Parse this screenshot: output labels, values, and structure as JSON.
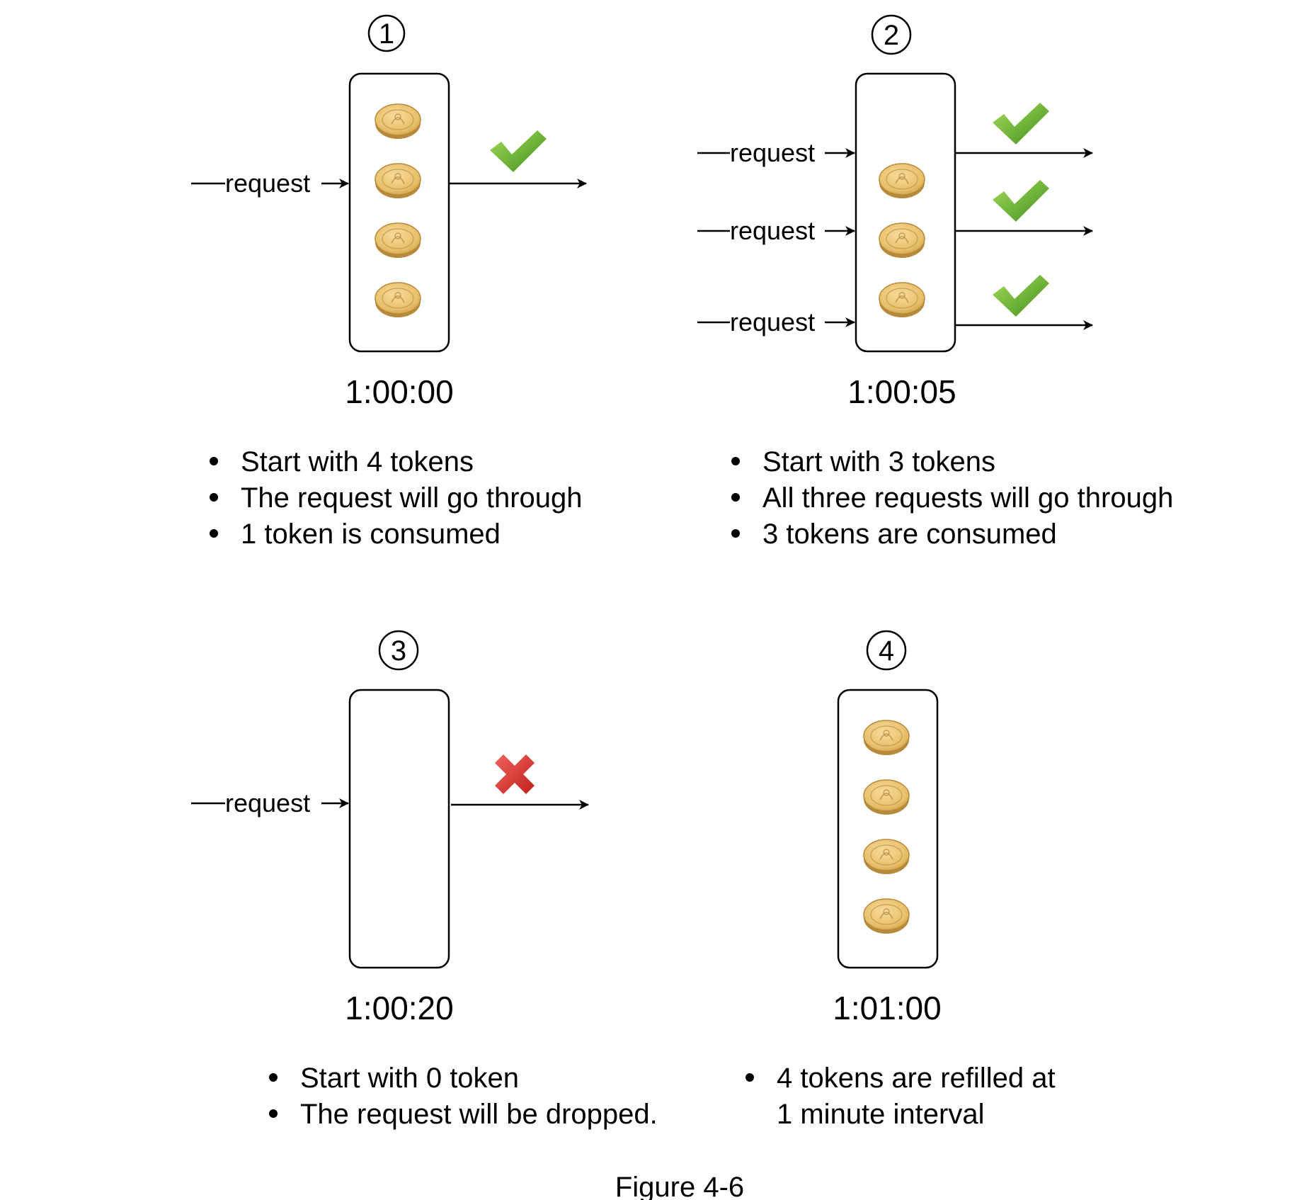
{
  "caption": "Figure 4-6",
  "request_label": "request",
  "icons": {
    "token": "gold-coin-icon",
    "pass": "green-checkmark-icon",
    "drop": "red-x-icon"
  },
  "colors": {
    "coin_light": "#f7dc9e",
    "coin_mid": "#e8bf6a",
    "coin_dark": "#b68a3a",
    "check_light": "#a6dc5a",
    "check_dark": "#3f8f1e",
    "cross_light": "#f0625c",
    "cross_dark": "#c0211c"
  },
  "panels": [
    {
      "number": "1",
      "time": "1:00:00",
      "tokens": 4,
      "requests": 1,
      "outcome": "pass",
      "bullets": [
        "Start with 4 tokens",
        "The request will go through",
        "1 token is consumed"
      ]
    },
    {
      "number": "2",
      "time": "1:00:05",
      "tokens": 3,
      "requests": 3,
      "outcome": "pass",
      "bullets": [
        "Start with 3 tokens",
        "All three requests will go through",
        "3 tokens are consumed"
      ]
    },
    {
      "number": "3",
      "time": "1:00:20",
      "tokens": 0,
      "requests": 1,
      "outcome": "drop",
      "bullets": [
        "Start with 0 token",
        "The request will be dropped."
      ]
    },
    {
      "number": "4",
      "time": "1:01:00",
      "tokens": 4,
      "requests": 0,
      "outcome": "none",
      "bullets": [
        "4 tokens are refilled at",
        "1 minute interval"
      ]
    }
  ]
}
